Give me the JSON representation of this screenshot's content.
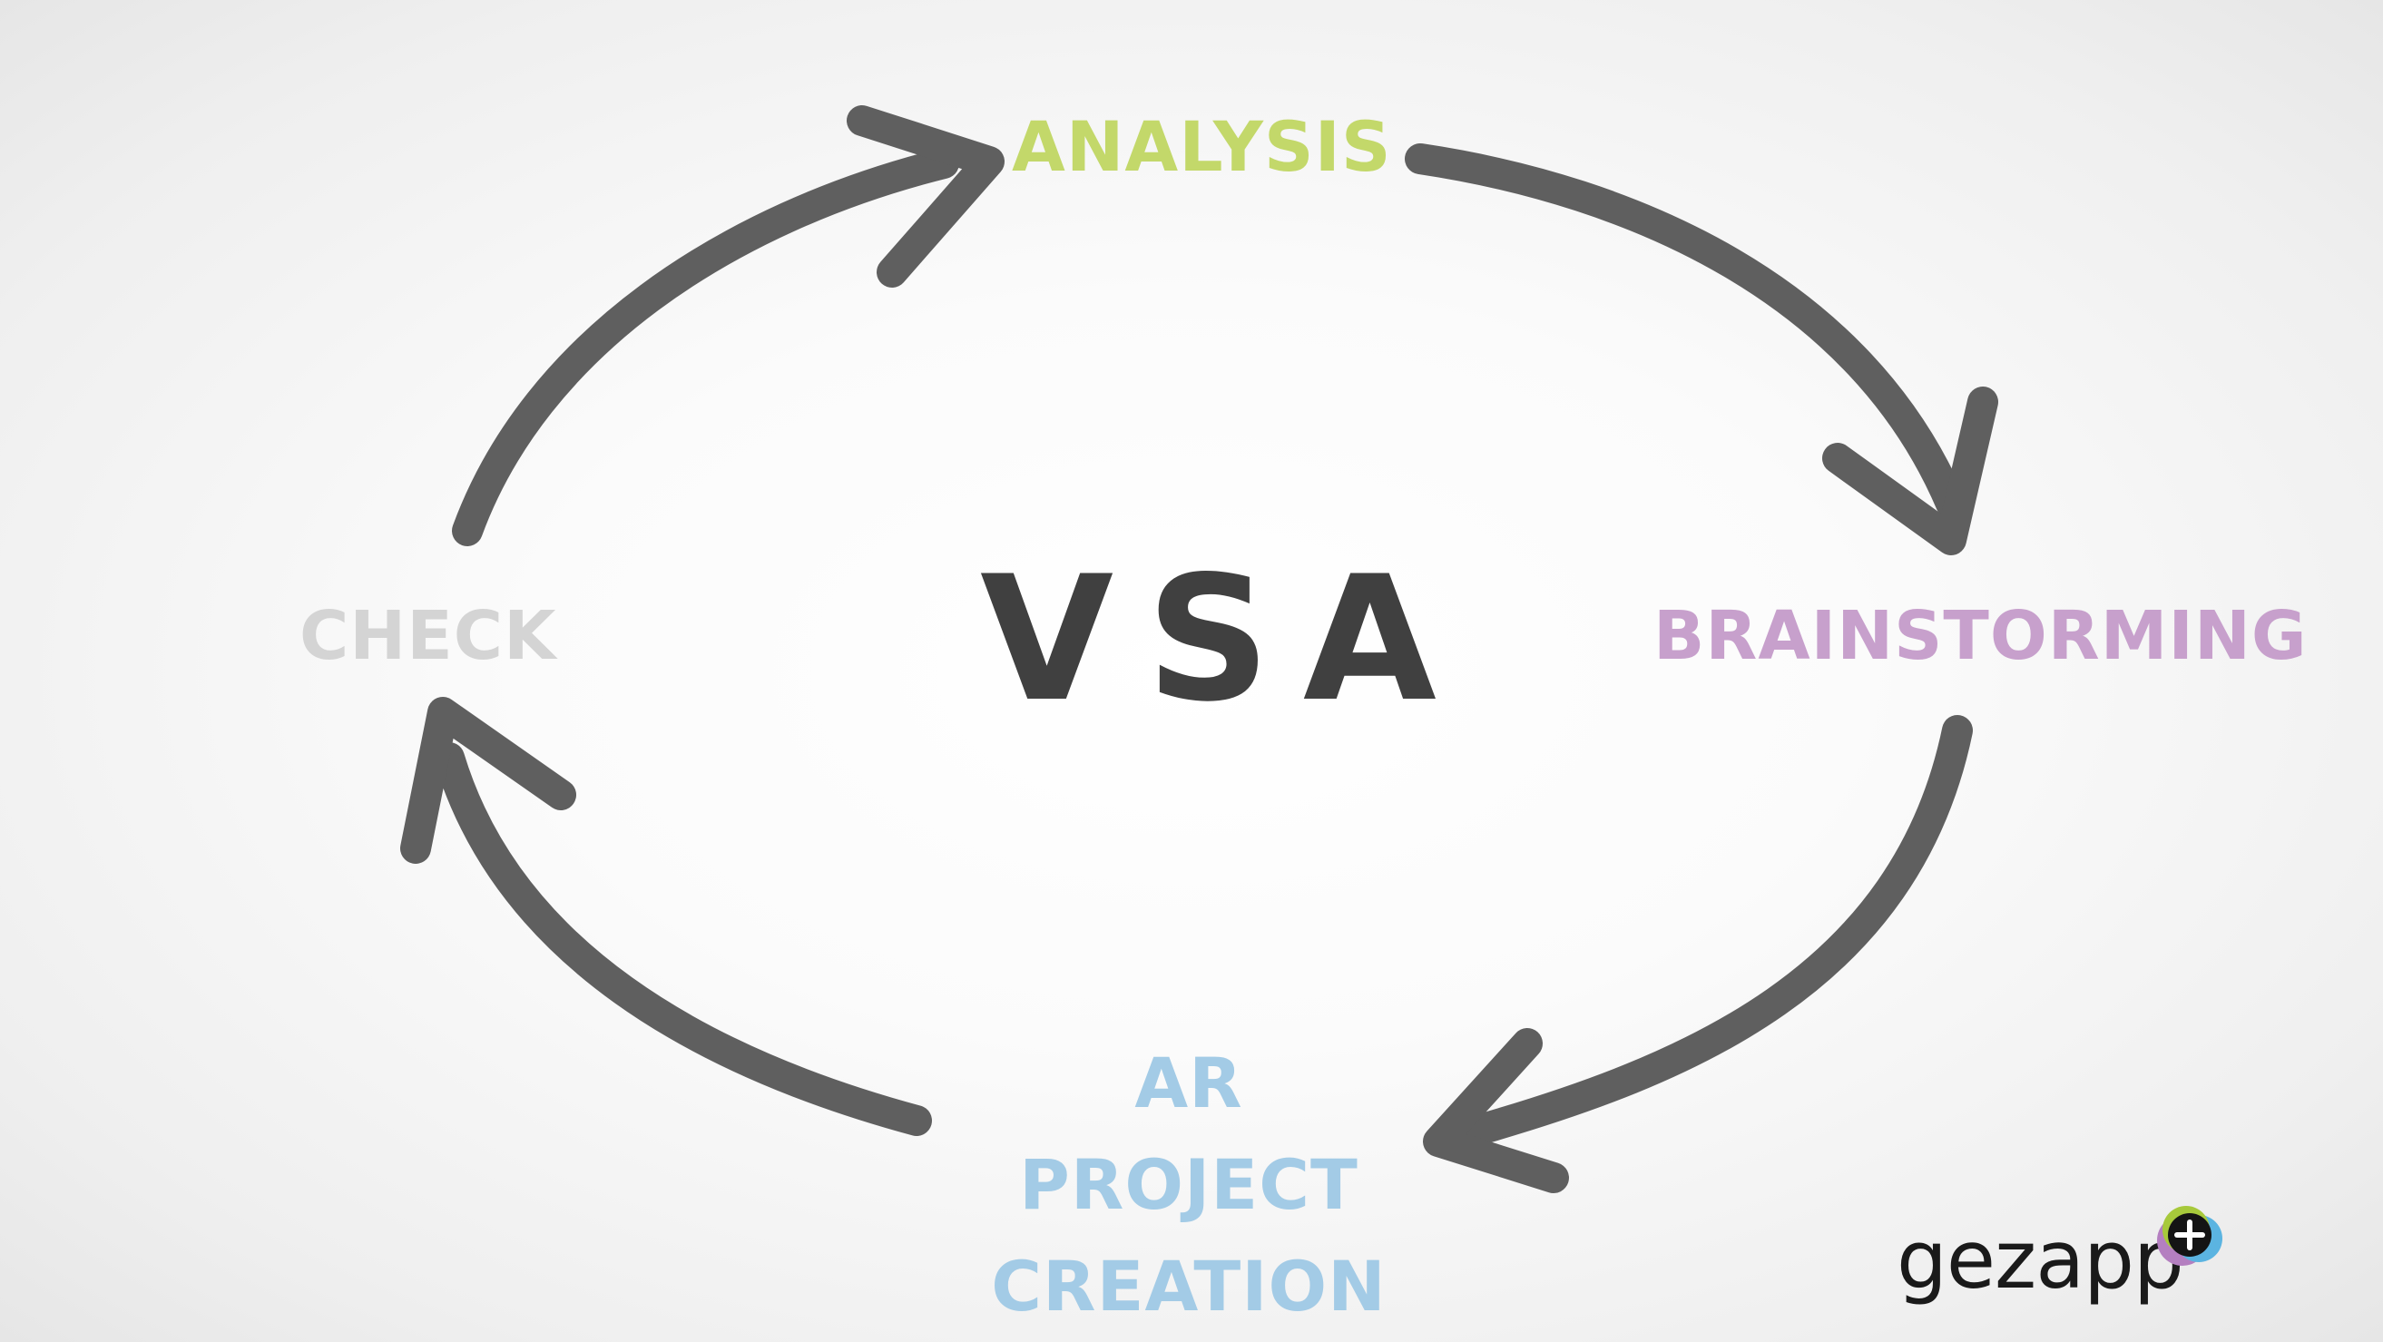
{
  "diagram": {
    "title": "VSA",
    "steps": {
      "analysis": "ANALYSIS",
      "brainstorming": "BRAINSTORMING",
      "ar_project_line1": "AR PROJECT",
      "ar_project_line2": "CREATION",
      "check": "CHECK"
    }
  },
  "logo": {
    "text": "gezapp"
  },
  "colors": {
    "arrow": "#5f5f5f",
    "title": "#404040",
    "analysis": "#c3d86a",
    "brainstorming": "#c7a0cc",
    "ar_project": "#a3cbe6",
    "check": "#d4d4d4",
    "logo_text": "#1a1a1a",
    "logo_green": "#a7c93b",
    "logo_purple": "#b47fc0",
    "logo_blue": "#5bb4e1"
  }
}
